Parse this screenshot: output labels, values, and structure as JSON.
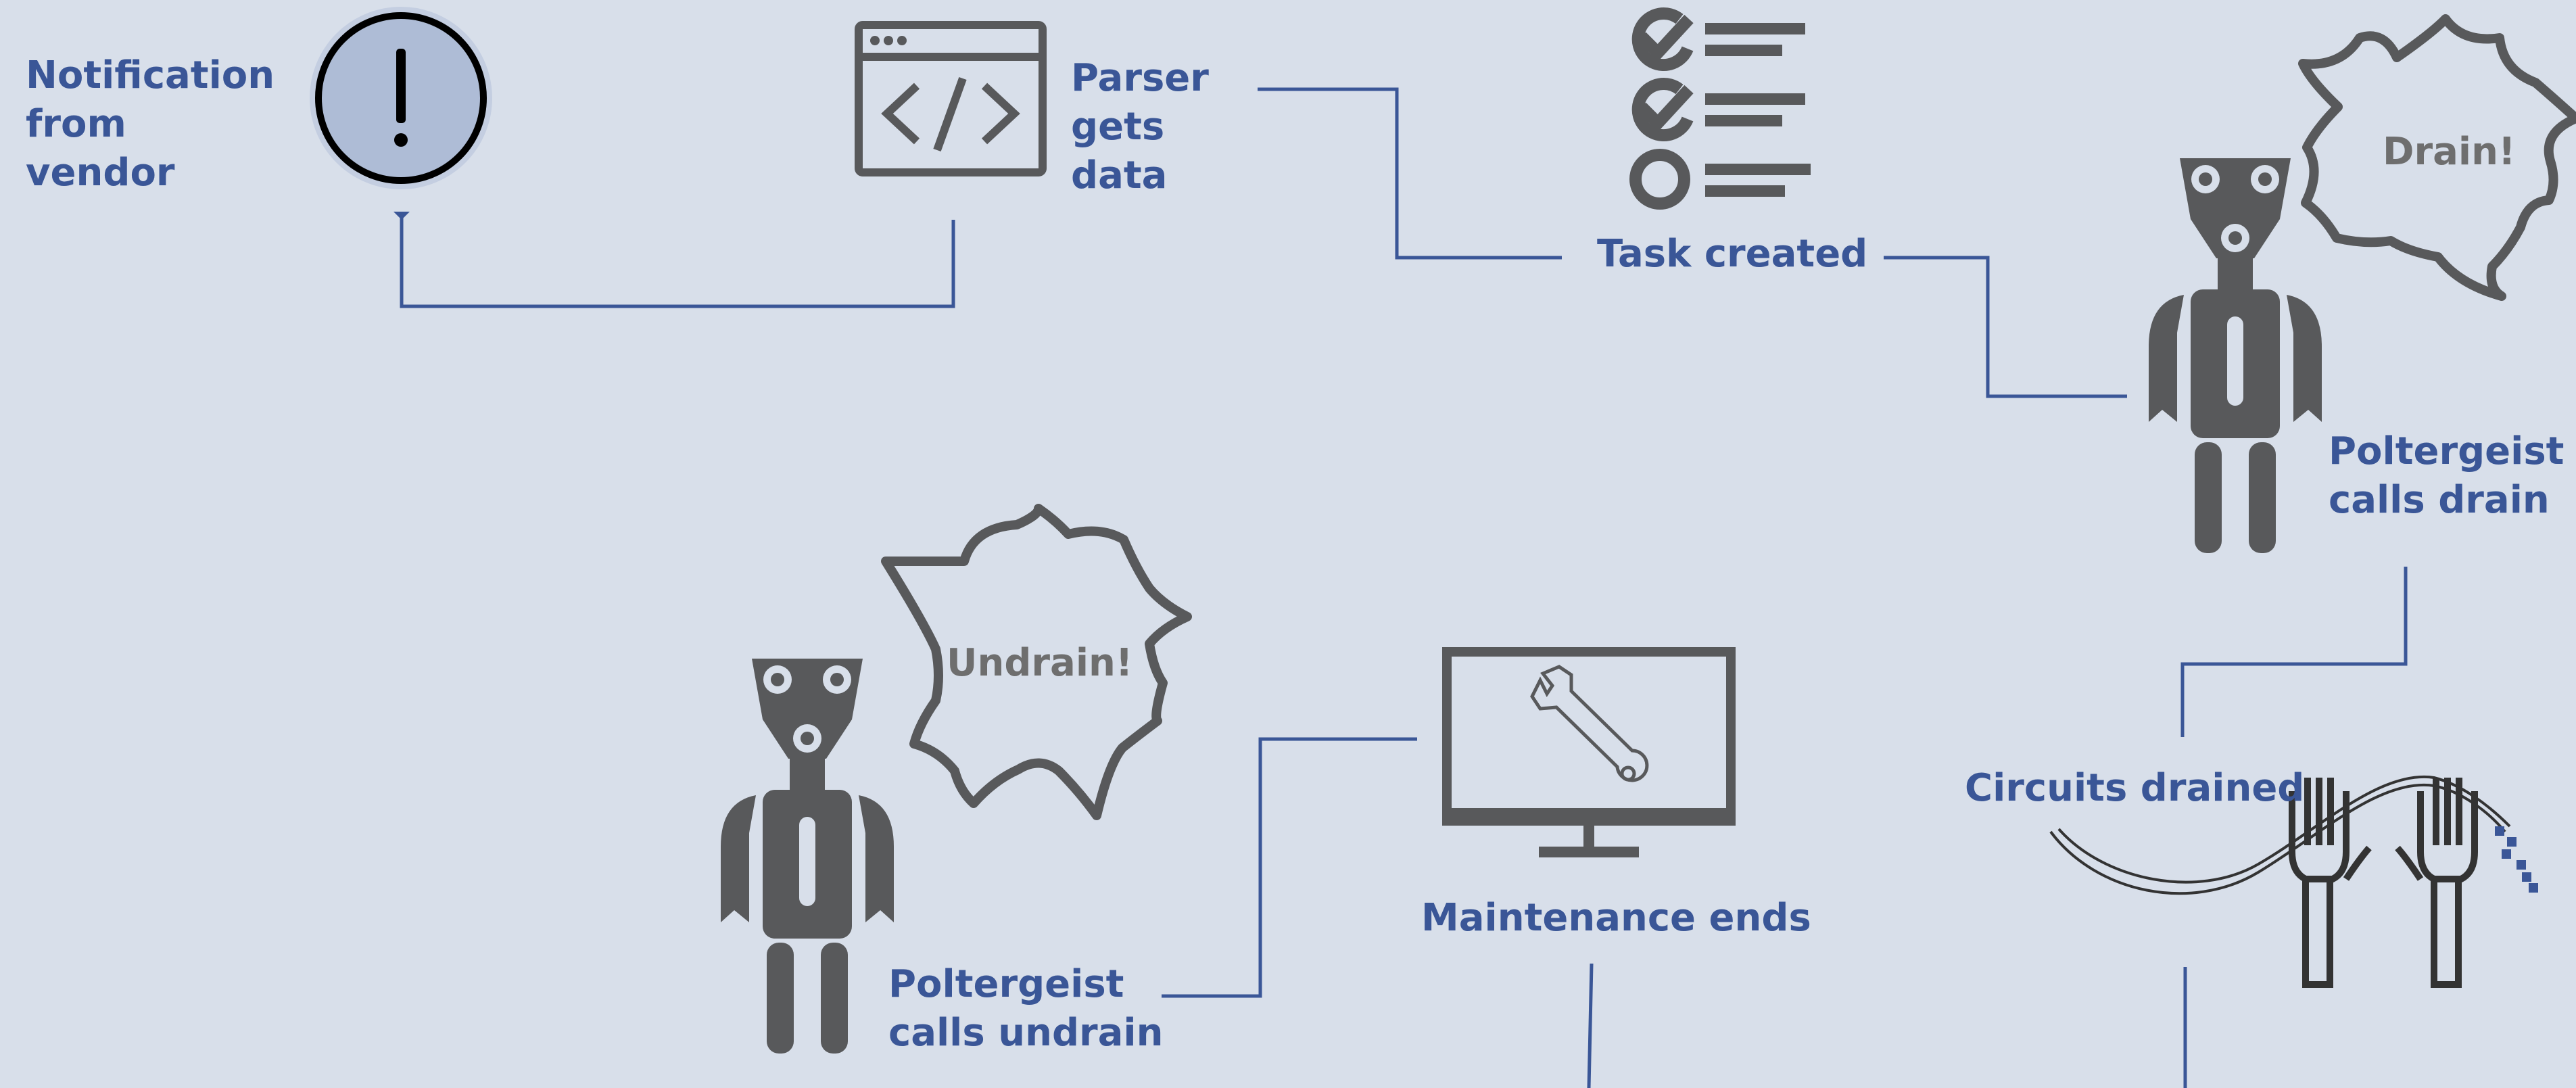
{
  "colors": {
    "background": "#d8dfea",
    "label_text": "#3a5697",
    "connector_line": "#3a5697",
    "icon_fill": "#58595b",
    "burst_text": "#6e6e6e",
    "alert_circle_fill": "#aebcd6"
  },
  "steps": {
    "notification": {
      "label": "Notification from vendor",
      "icon": "exclamation-circle-icon"
    },
    "parser": {
      "label": "Parser gets data",
      "icon": "code-window-icon"
    },
    "task": {
      "label": "Task created",
      "icon": "checklist-icon"
    },
    "drain_call": {
      "label": "Poltergeist calls drain",
      "icon": "robot-icon",
      "speech": "Drain!"
    },
    "drained": {
      "label": "Circuits drained",
      "icon": "unplugged-cables-icon"
    },
    "maintenance_end": {
      "label": "Maintenance ends",
      "icon": "monitor-wrench-icon"
    },
    "undrain_call": {
      "label": "Poltergeist calls undrain",
      "icon": "robot-icon",
      "speech": "Undrain!"
    }
  }
}
